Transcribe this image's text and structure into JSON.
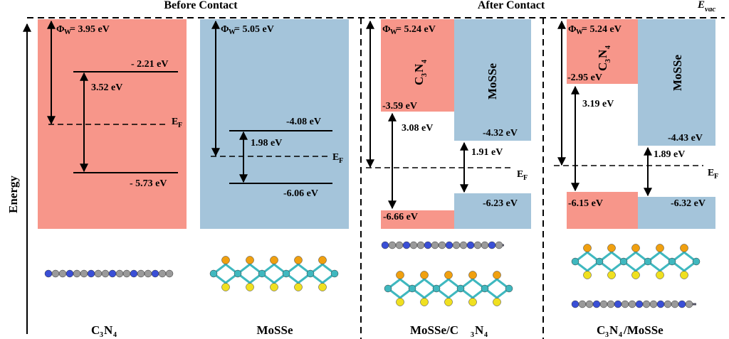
{
  "headers": {
    "before": "Before Contact",
    "after": "After Contact",
    "evac_main": "E",
    "evac_sub": "vac",
    "energy": "Energy"
  },
  "labels": {
    "ef_main": "E",
    "ef_sub": "F",
    "phi_main": "Φ",
    "phi_sub": "W",
    "c3n4_c": "C",
    "c3n4_3": "3",
    "c3n4_n": "N",
    "c3n4_4": "4",
    "mosse": "MoSSe",
    "slash": "/"
  },
  "panel1": {
    "phi_val": "= 3.95 eV",
    "cbm": "- 2.21 eV",
    "gap": "3.52 eV",
    "vbm": "- 5.73 eV",
    "caption_c": "C",
    "caption_3": "3",
    "caption_n": "N",
    "caption_4": "4"
  },
  "panel2": {
    "phi_val": "= 5.05 eV",
    "cbm": "-4.08 eV",
    "gap": "1.98 eV",
    "vbm": "-6.06 eV",
    "caption": "MoSSe"
  },
  "panel3": {
    "phi_val": "= 5.24 eV",
    "c3n4_cbm": "-3.59 eV",
    "c3n4_gap": "3.08 eV",
    "c3n4_vbm": "-6.66 eV",
    "mosse_cbm": "-4.32 eV",
    "mosse_gap": "1.91 eV",
    "mosse_vbm": "-6.23 eV",
    "caption_pre": "MoSSe/C",
    "caption_3": "3",
    "caption_n": "N",
    "caption_4": "4"
  },
  "panel4": {
    "phi_val": "= 5.24 eV",
    "c3n4_cbm": "-2.95 eV",
    "c3n4_gap": "3.19 eV",
    "c3n4_vbm": "-6.15 eV",
    "mosse_cbm": "-4.43 eV",
    "mosse_gap": "1.89 eV",
    "mosse_vbm": "-6.32 eV",
    "caption_c": "C",
    "caption_3": "3",
    "caption_n": "N",
    "caption_4": "4",
    "caption_post": "/MoSSe"
  },
  "colors": {
    "c3n4_block": "#f7968a",
    "mosse_block": "#a4c4da",
    "nitrogen": "#3a4fd6",
    "carbon": "#9a9a9a",
    "molybdenum": "#3fb8bf",
    "sulfur": "#f0e020",
    "selenium": "#f0a010"
  }
}
